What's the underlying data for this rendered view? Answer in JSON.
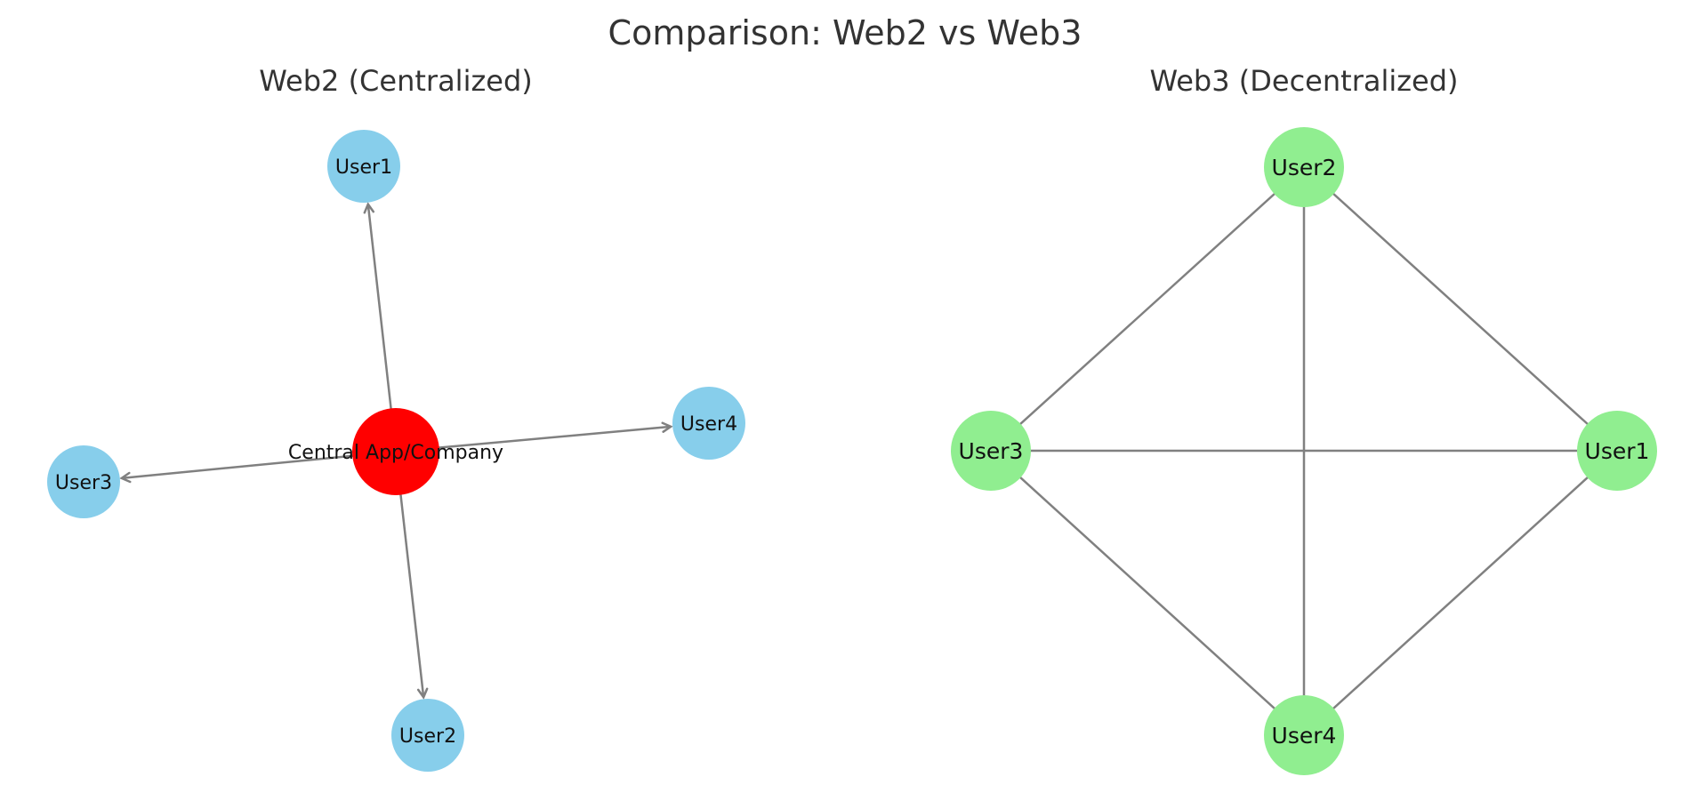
{
  "title": "Comparison: Web2 vs Web3",
  "colors": {
    "central": "#ff0000",
    "web2_user": "#87ceeb",
    "web3_user": "#90ee90",
    "edge": "#808080",
    "text": "#333333"
  },
  "web2": {
    "title": "Web2 (Centralized)",
    "hub": "Central App/Company",
    "users": [
      "User1",
      "User4",
      "User3",
      "User2"
    ],
    "directed": true
  },
  "web3": {
    "title": "Web3 (Decentralized)",
    "nodes": [
      "User2",
      "User3",
      "User1",
      "User4"
    ],
    "edges": [
      [
        "User2",
        "User3"
      ],
      [
        "User2",
        "User1"
      ],
      [
        "User2",
        "User4"
      ],
      [
        "User3",
        "User1"
      ],
      [
        "User3",
        "User4"
      ],
      [
        "User1",
        "User4"
      ]
    ],
    "directed": false
  }
}
